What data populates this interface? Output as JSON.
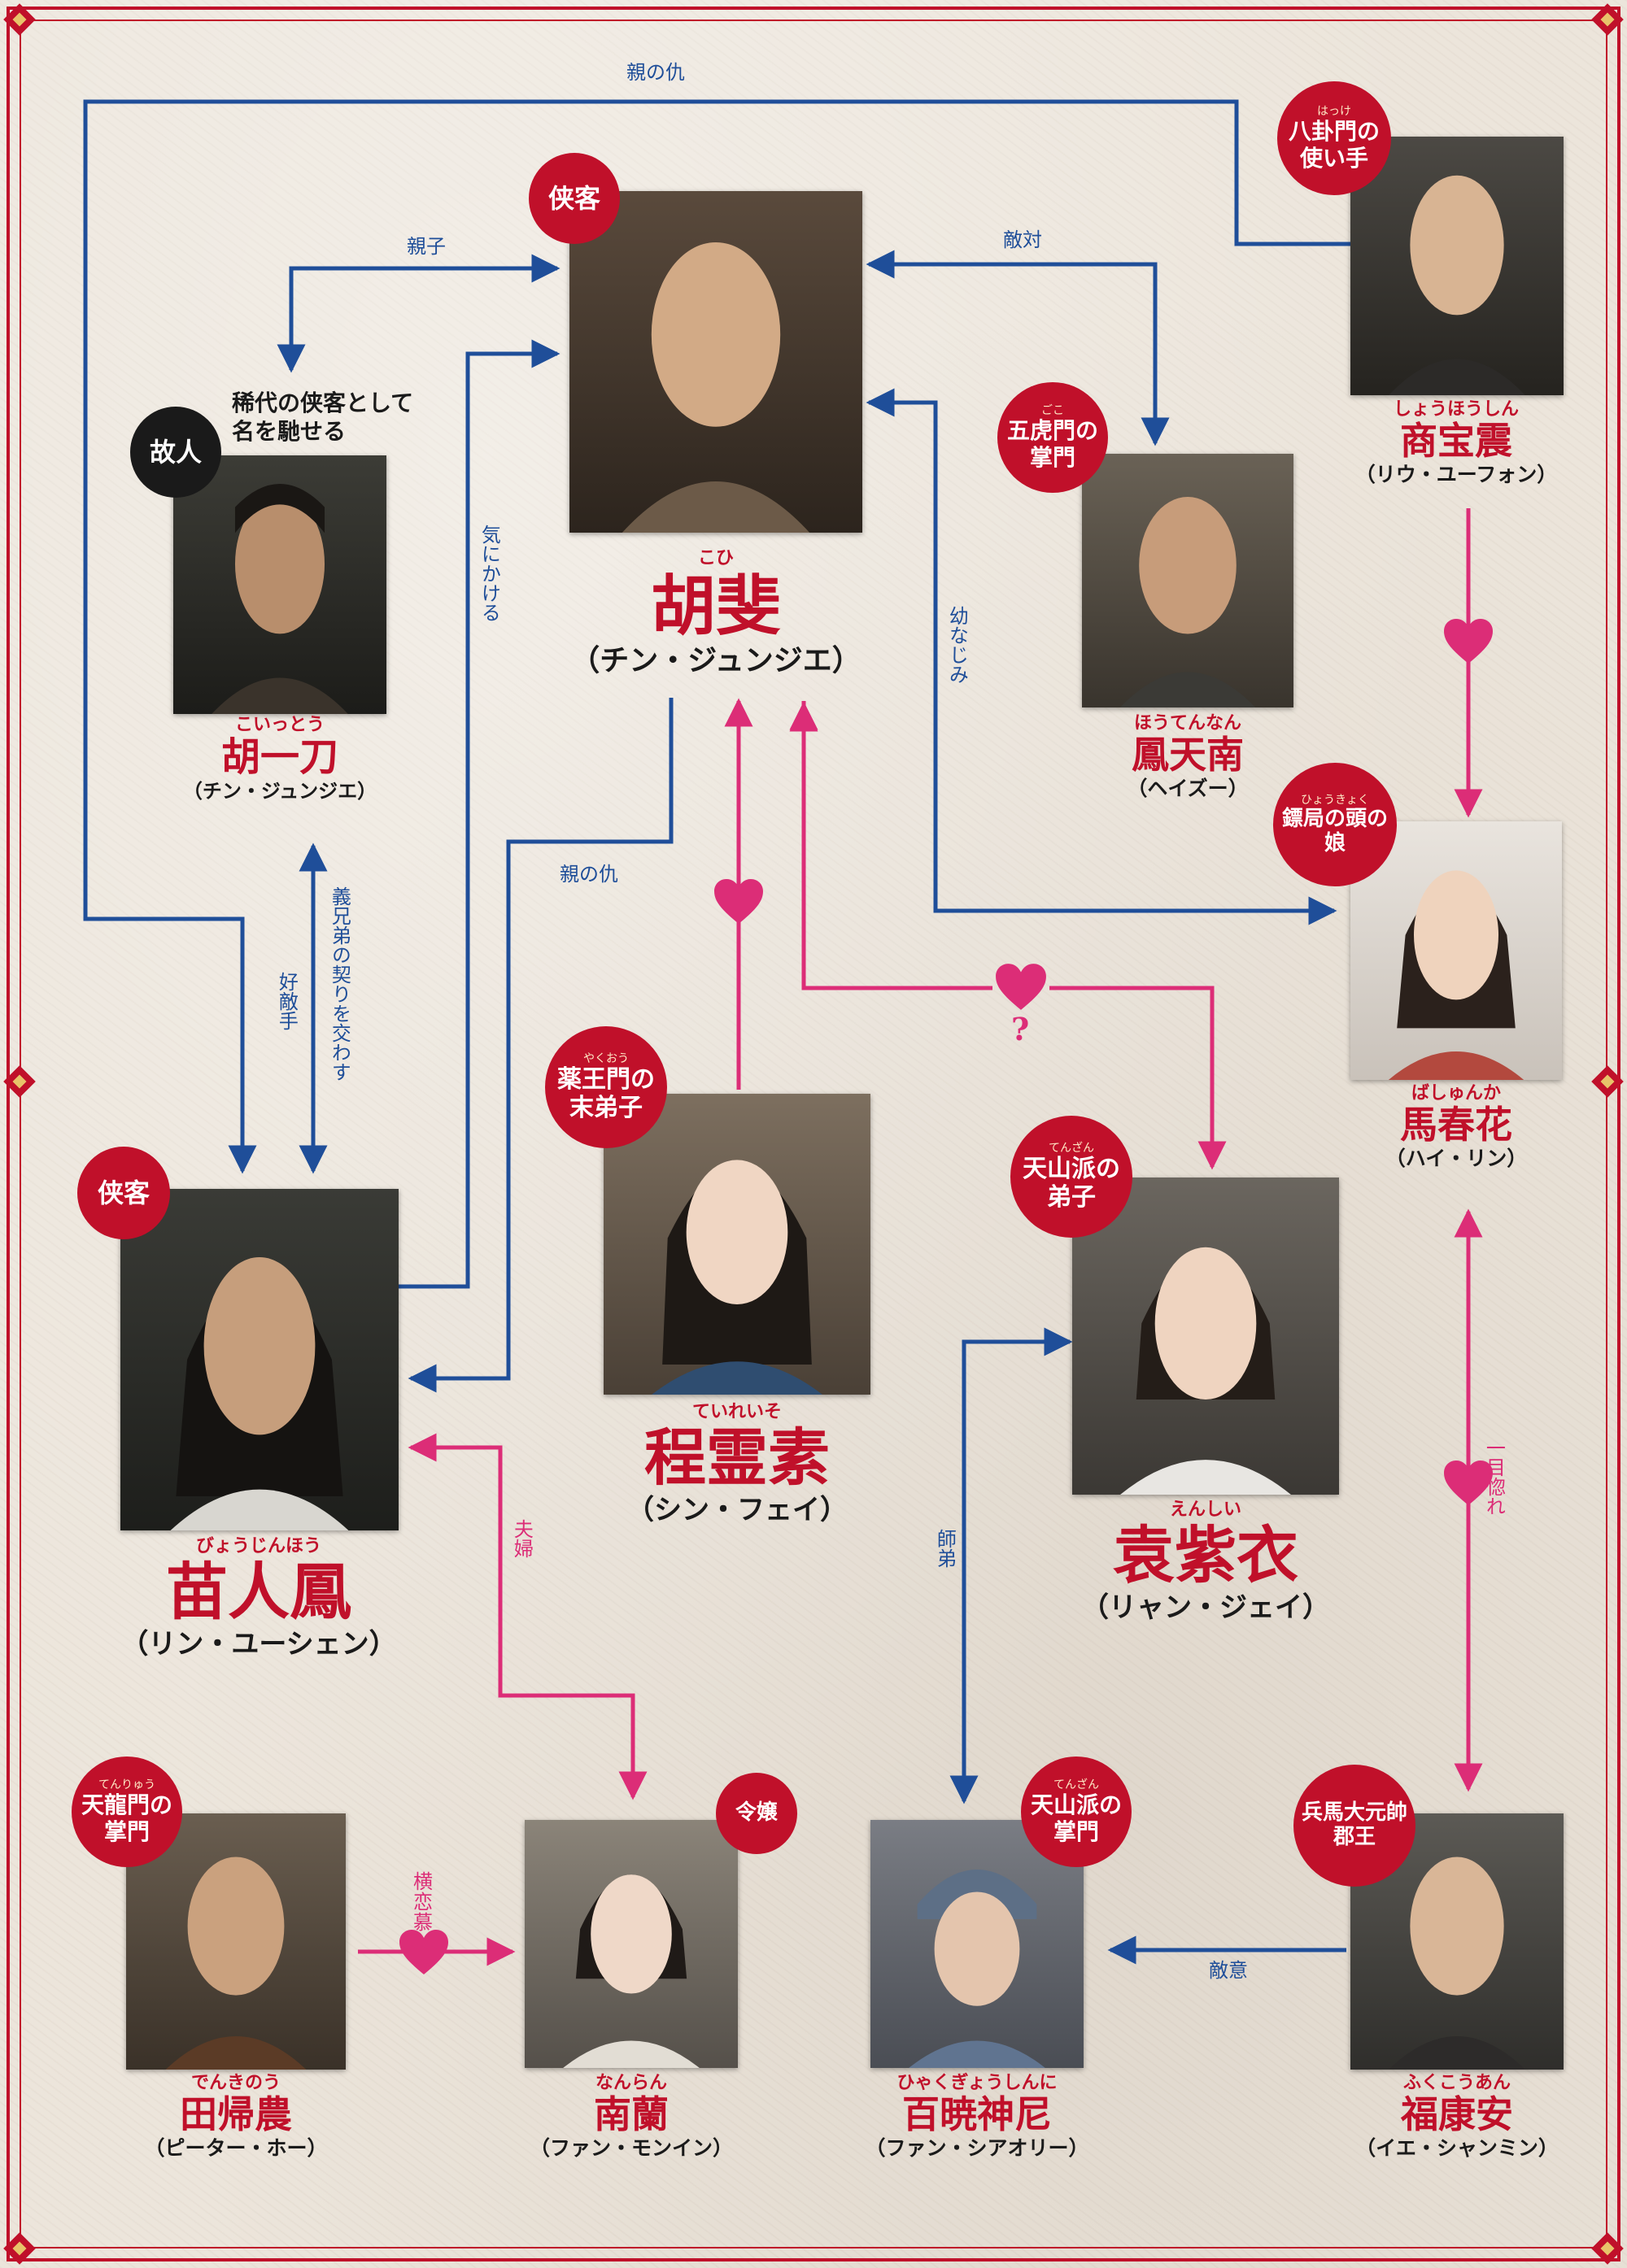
{
  "characters": {
    "kohi": {
      "ruby": "こひ",
      "name": "胡斐",
      "actor": "（チン・ジュンジエ）",
      "badge": "侠客"
    },
    "koitto": {
      "ruby": "こいっとう",
      "name": "胡一刀",
      "actor": "（チン・ジュンジエ）",
      "badge": "故人",
      "note": "稀代の侠客として\n名を馳せる"
    },
    "shohoshin": {
      "ruby": "しょうほうしん",
      "name": "商宝震",
      "actor": "（リウ・ユーフォン）",
      "badge_ruby": "はっけ",
      "badge": "八卦門の\n使い手"
    },
    "hotennan": {
      "ruby": "ほうてんなん",
      "name": "鳳天南",
      "actor": "（ヘイズー）",
      "badge_ruby": "ごこ",
      "badge": "五虎門の\n掌門"
    },
    "bashunka": {
      "ruby": "ばしゅんか",
      "name": "馬春花",
      "actor": "（ハイ・リン）",
      "badge_ruby": "ひょうきょく",
      "badge": "鏢局の頭の\n娘"
    },
    "teireiso": {
      "ruby": "ていれいそ",
      "name": "程霊素",
      "actor": "（シン・フェイ）",
      "badge_ruby": "やくおう",
      "badge": "薬王門の\n末弟子"
    },
    "enshii": {
      "ruby": "えんしい",
      "name": "袁紫衣",
      "actor": "（リャン・ジェイ）",
      "badge_ruby": "てんざん",
      "badge": "天山派の\n弟子"
    },
    "byojinho": {
      "ruby": "びょうじんほう",
      "name": "苗人鳳",
      "actor": "（リン・ユーシェン）",
      "badge": "侠客"
    },
    "denkino": {
      "ruby": "でんきのう",
      "name": "田帰農",
      "actor": "（ピーター・ホー）",
      "badge_ruby": "てんりゅう",
      "badge": "天龍門の\n掌門"
    },
    "nanran": {
      "ruby": "なんらん",
      "name": "南蘭",
      "actor": "（ファン・モンイン）",
      "badge": "令嬢"
    },
    "hyakugyo": {
      "ruby": "ひゃくぎょうしんに",
      "name": "百暁神尼",
      "actor": "（ファン・シアオリー）",
      "badge_ruby": "てんざん",
      "badge": "天山派の\n掌門"
    },
    "fukkoan": {
      "ruby": "ふくこうあん",
      "name": "福康安",
      "actor": "（イエ・シャンミン）",
      "badge": "兵馬大元帥\n郡王"
    }
  },
  "relations": {
    "oya_no_ada_top": "親の仇",
    "oyako": "親子",
    "tekitai": "敵対",
    "ki_ni_kakeru": "気にかける",
    "osananajimi": "幼なじみ",
    "oya_no_ada_mid": "親の仇",
    "kokoteki": "好敵手",
    "gikyodai": "義兄弟の契りを交わす",
    "fufu": "夫婦",
    "shitei": "師弟",
    "hitomebore": "一目惚れ",
    "yokorenbo": "横恋慕",
    "tekii": "敵意",
    "question": "?"
  },
  "colors": {
    "blue": "#1f4e99",
    "pink": "#dc2d77",
    "red": "#c0102a"
  }
}
